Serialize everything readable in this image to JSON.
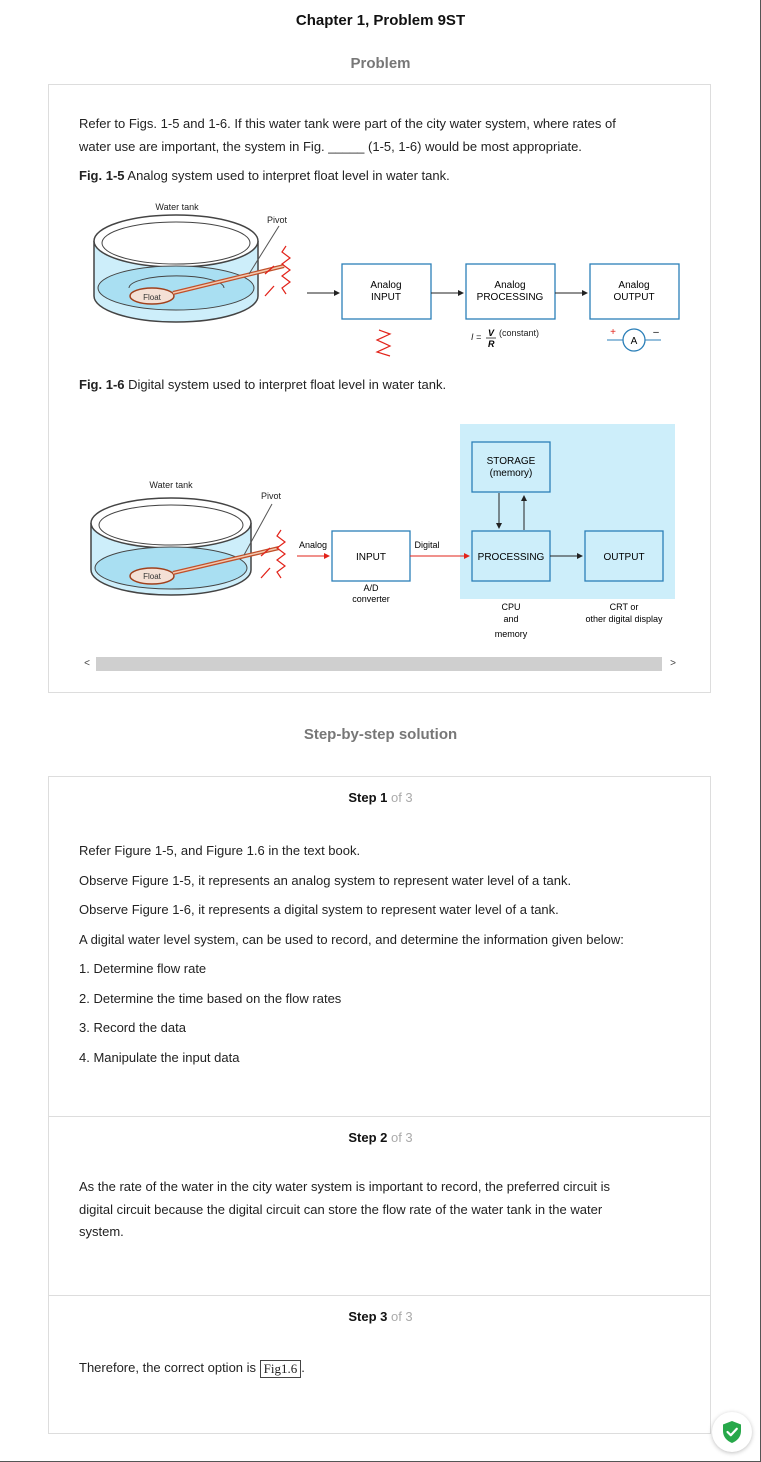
{
  "header": {
    "chapter_title": "Chapter 1, Problem 9ST"
  },
  "problem": {
    "heading": "Problem",
    "text_line1": "Refer to Figs. 1-5 and 1-6. If this water tank were part of the city water system, where rates of",
    "text_line2": "water use are important, the system in Fig. _____ (1-5, 1-6) would be most appropriate.",
    "fig15_label": "Fig. 1-5",
    "fig15_caption": " Analog system used to interpret float level in water tank.",
    "fig16_label": "Fig. 1-6",
    "fig16_caption": " Digital system used to interpret float level in water tank.",
    "fig15": {
      "water_tank": "Water tank",
      "pivot": "Pivot",
      "float": "Float",
      "input_l1": "Analog",
      "input_l2": "INPUT",
      "proc_l1": "Analog",
      "proc_l2": "PROCESSING",
      "out_l1": "Analog",
      "out_l2": "OUTPUT",
      "formula_i": "I =",
      "formula_v": "V",
      "formula_r": "R",
      "formula_const": "(constant)",
      "meter": "A",
      "plus": "+",
      "minus": "–"
    },
    "fig16": {
      "water_tank": "Water tank",
      "pivot": "Pivot",
      "float": "Float",
      "analog": "Analog",
      "digital": "Digital",
      "input": "INPUT",
      "ad_l1": "A/D",
      "ad_l2": "converter",
      "storage_l1": "STORAGE",
      "storage_l2": "(memory)",
      "processing": "PROCESSING",
      "output": "OUTPUT",
      "cpu_l1": "CPU",
      "cpu_l2": "and",
      "cpu_l3": "memory",
      "crt_l1": "CRT or",
      "crt_l2": "other digital display"
    },
    "scroll_left": "<",
    "scroll_right": ">"
  },
  "solution": {
    "heading": "Step-by-step solution",
    "steps": [
      {
        "label": "Step 1",
        "of": " of 3",
        "lines": [
          "Refer Figure 1-5, and Figure 1.6 in the text book.",
          "Observe Figure 1-5, it represents an analog system to represent water level of a tank.",
          "Observe Figure 1-6, it represents a digital system to represent water level of a tank.",
          "A digital water level system, can be used to record, and determine the information given below:",
          "1. Determine flow rate",
          "2. Determine the time based on the flow rates",
          "3. Record the data",
          "4. Manipulate the input data"
        ]
      },
      {
        "label": "Step 2",
        "of": " of 3",
        "lines": [
          "As the rate of the water in the city water system is important to record, the preferred circuit is",
          "digital circuit because the digital circuit can store the flow rate of the water tank in the water",
          "system."
        ]
      },
      {
        "label": "Step 3",
        "of": " of 3",
        "text_before": "Therefore, the correct option is ",
        "answer": "Fig1.6",
        "text_after": "."
      }
    ]
  },
  "colors": {
    "diagram_blue": "#cdeefa",
    "box_border": "#2b7fb8",
    "arrow_red": "#e2231a",
    "badge_green": "#27a84a"
  },
  "icons": {
    "badge": "shield-check-icon"
  }
}
